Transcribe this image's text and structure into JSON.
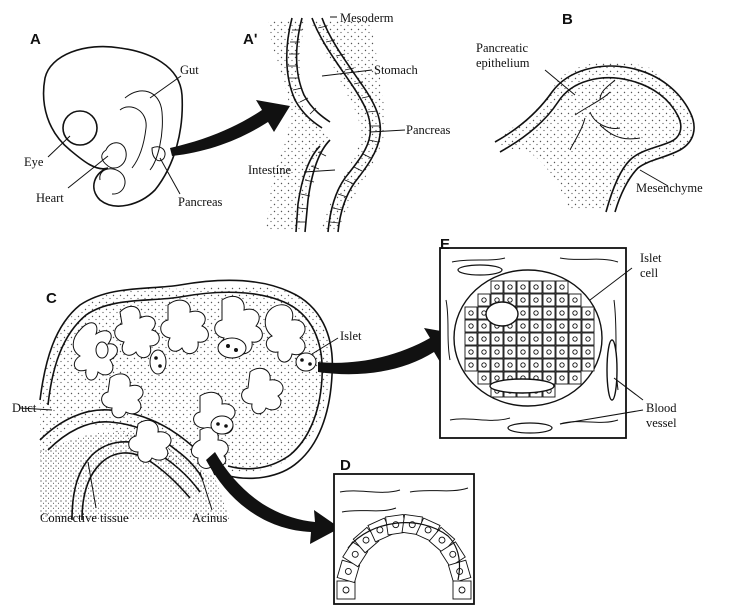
{
  "panels": {
    "a": "A",
    "a_prime": "Aʹ",
    "b": "B",
    "c": "C",
    "d": "D",
    "e": "E"
  },
  "labels": {
    "eye": "Eye",
    "gut": "Gut",
    "heart": "Heart",
    "pancreas_a": "Pancreas",
    "mesoderm": "Mesoderm",
    "stomach": "Stomach",
    "pancreas_a_prime": "Pancreas",
    "intestine": "Intestine",
    "pancreatic_epithelium_1": "Pancreatic",
    "pancreatic_epithelium_2": "epithelium",
    "mesenchyme": "Mesenchyme",
    "islet": "Islet",
    "duct": "Duct",
    "connective_tissue": "Connective tissue",
    "acinus": "Acinus",
    "islet_cell_1": "Islet",
    "islet_cell_2": "cell",
    "blood_vessel_1": "Blood",
    "blood_vessel_2": "vessel"
  },
  "colors": {
    "ink": "#111111",
    "stipple": "#555555",
    "background": "#ffffff"
  }
}
